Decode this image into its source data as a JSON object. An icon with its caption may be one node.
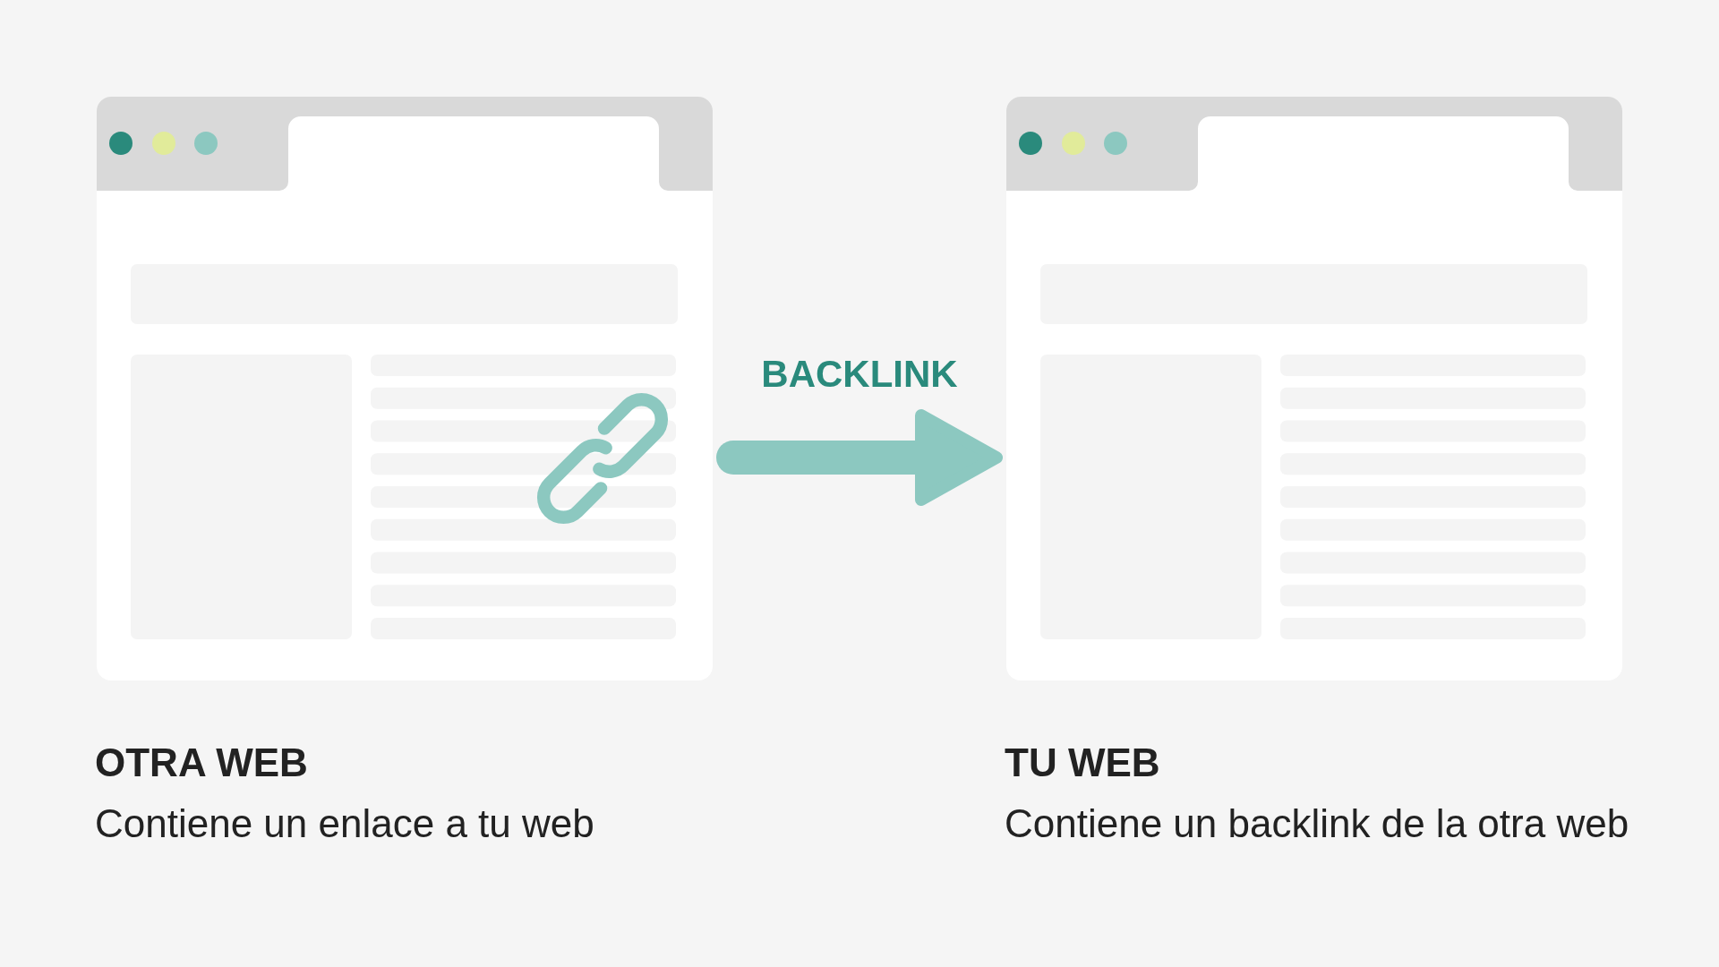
{
  "diagram": {
    "nodes": [
      {
        "text": [
          "OTRA WEB",
          "Contiene un enlace a tu web"
        ]
      },
      {
        "text": [
          "TU WEB",
          "Contiene un backlink de la otra web"
        ]
      }
    ],
    "edges": [
      {
        "from": 0,
        "to": 1,
        "arrow": "to",
        "label": "BACKLINK"
      }
    ]
  }
}
